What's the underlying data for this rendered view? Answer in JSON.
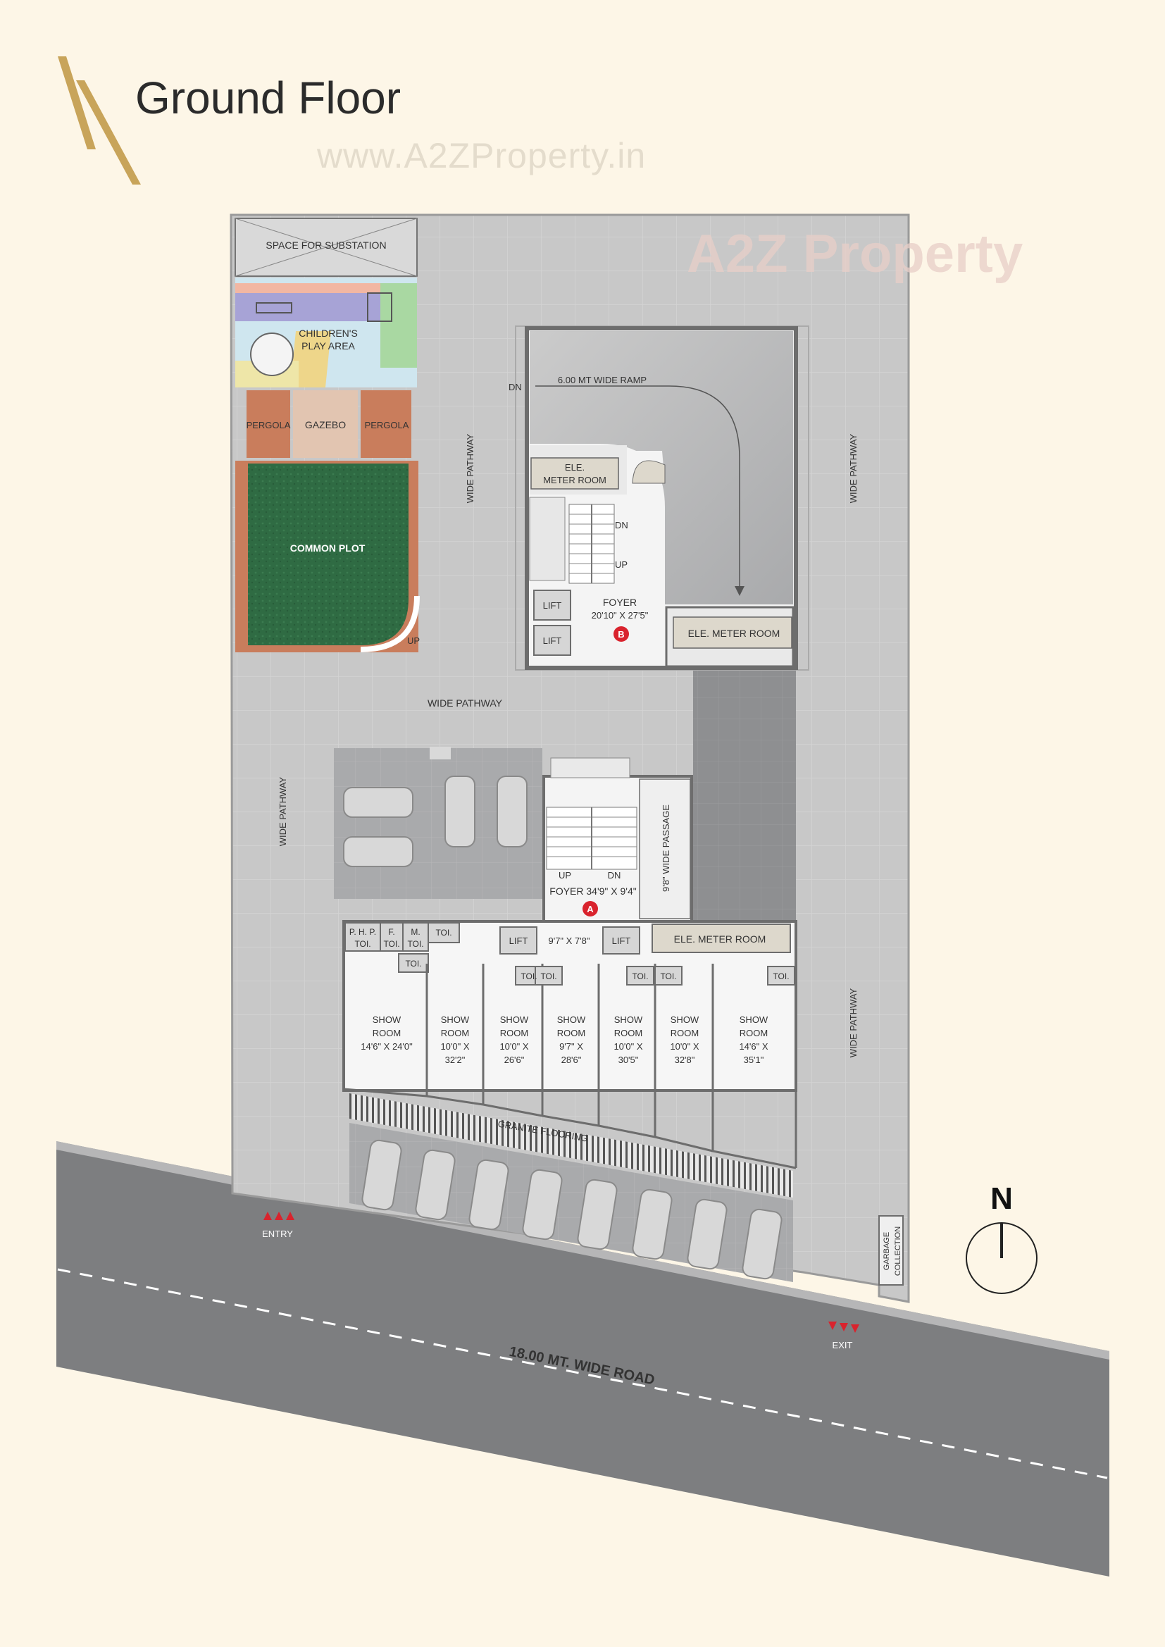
{
  "title": "Ground Floor",
  "watermark_url": "www.A2ZProperty.in",
  "watermark_logo": "A2Z Property",
  "colors": {
    "background": "#fdf6e7",
    "plot": "#c9c9c9",
    "road": "#7d7e80",
    "building": "#f4f4f4",
    "wall": "#6d6d6d",
    "lawn": "#2f6b43",
    "pergola": "#c97d5c",
    "gold_accent": "#c8a45a",
    "marker_red": "#d9232d"
  },
  "labels": {
    "substation": "SPACE FOR SUBSTATION",
    "play_area_1": "CHILDREN'S",
    "play_area_2": "PLAY AREA",
    "pergola": "PERGOLA",
    "gazebo": "GAZEBO",
    "common_plot": "COMMON PLOT",
    "up": "UP",
    "dn": "DN",
    "ramp": "6.00 MT WIDE RAMP",
    "meter_1": "ELE.",
    "meter_2": "METER ROOM",
    "meter_room": "ELE. METER ROOM",
    "lift": "LIFT",
    "foyer": "FOYER",
    "foyer_b_size": "20'10\" X 27'5\"",
    "marker_b": "B",
    "marker_a": "A",
    "foyer_a": "FOYER  34'9\" X 9'4\"",
    "lift_lobby": "9'7\" X 7'8\"",
    "wide_pathway": "WIDE PATHWAY",
    "wide_passage": "9'8\" WIDE PASSAGE",
    "php_toi_1": "P. H. P.",
    "php_toi_2": "TOI.",
    "f_toi_1": "F.",
    "m_toi_1": "M.",
    "toi": "TOI.",
    "show": "SHOW",
    "room": "ROOM",
    "granite": "GRANITE FLOORING",
    "entry": "ENTRY",
    "exit": "EXIT",
    "garbage_1": "GARBAGE",
    "garbage_2": "COLLECTION",
    "road": "18.00 MT. WIDE ROAD",
    "north": "N"
  },
  "showrooms": [
    {
      "size": "14'6\" X 24'0\""
    },
    {
      "size_1": "10'0\" X",
      "size_2": "32'2\""
    },
    {
      "size_1": "10'0\" X",
      "size_2": "26'6\""
    },
    {
      "size_1": "9'7\" X",
      "size_2": "28'6\""
    },
    {
      "size_1": "10'0\" X",
      "size_2": "30'5\""
    },
    {
      "size_1": "10'0\" X",
      "size_2": "32'8\""
    },
    {
      "size_1": "14'6\" X",
      "size_2": "35'1\""
    }
  ]
}
